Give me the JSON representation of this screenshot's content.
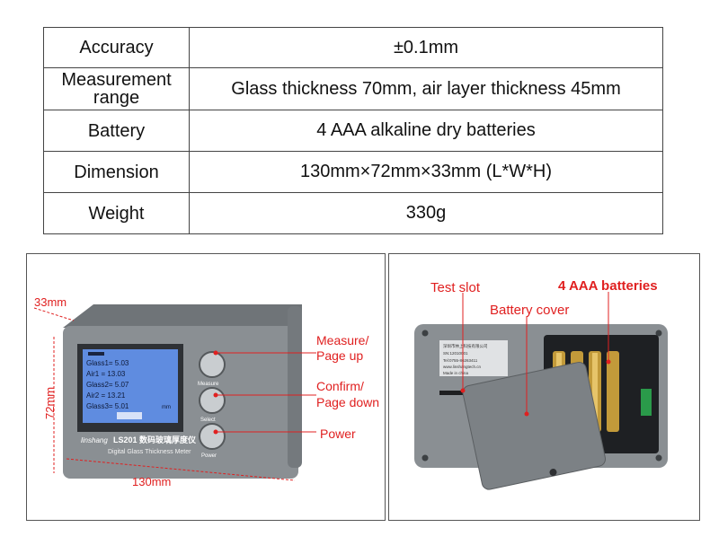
{
  "specs": [
    {
      "label": "Accuracy",
      "value": "±0.1mm"
    },
    {
      "label": "Measurement range",
      "value": "Glass thickness 70mm, air layer thickness 45mm"
    },
    {
      "label": "Battery",
      "value": "4 AAA alkaline dry batteries"
    },
    {
      "label": "Dimension",
      "value": "130mm×72mm×33mm (L*W*H)"
    },
    {
      "label": "Weight",
      "value": "330g"
    }
  ],
  "front": {
    "dim_depth": "33mm",
    "dim_height": "72mm",
    "dim_length": "130mm",
    "brand": "linshang",
    "model": "LS201 数码玻璃厚度仪",
    "subtitle": "Digital Glass Thickness Meter",
    "screen_lines": [
      "Glass1= 5.03",
      "Air1  = 13.03",
      "Glass2= 5.07",
      "Air2  = 13.21",
      "Glass3= 5.01"
    ],
    "screen_unit": "mm",
    "buttons": [
      {
        "label": "Measure",
        "callout": [
          "Measure/",
          "Page up"
        ]
      },
      {
        "label": "Select",
        "callout": [
          "Confirm/",
          "Page down"
        ]
      },
      {
        "label": "Power",
        "callout": [
          "Power"
        ]
      }
    ]
  },
  "back": {
    "test_slot": "Test slot",
    "battery_cover": "Battery cover",
    "batteries": "4 AAA batteries",
    "label_lines": [
      "深圳市林上科技有限公司",
      "SN:12010001",
      "Tel:0755-86263411",
      "www.linshangtech.cn",
      "Made in china"
    ]
  },
  "colors": {
    "callout": "#e02020",
    "device": "#8a8f93",
    "screen": "#5f8ce0"
  }
}
